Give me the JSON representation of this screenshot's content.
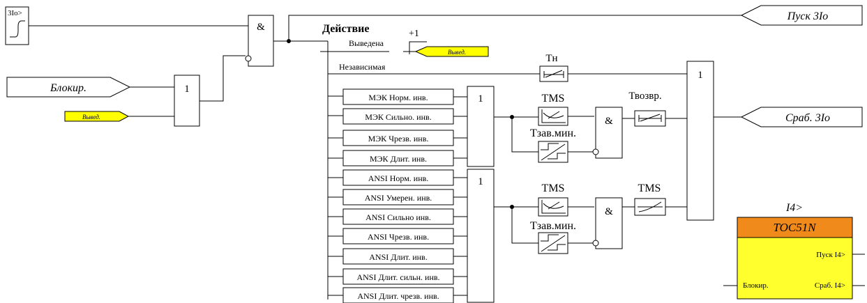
{
  "colors": {
    "line": "#000000",
    "tag_fill": "#ffff00",
    "block_header": "#f08a1a",
    "block_body": "#ffff2e"
  },
  "detector": {
    "label": "3Io>"
  },
  "inputs": {
    "block": "Блокир.",
    "disabled_tag": "Вывед.",
    "disabled_tag2": "Вывед."
  },
  "outputs": {
    "start": "Пуск 3Io",
    "trip": "Сраб. 3Io"
  },
  "gates": {
    "and_main": "&",
    "or_block": "1",
    "or_iec": "1",
    "or_ansi": "1",
    "or_final": "1",
    "and_iec": "&",
    "and_ansi": "&"
  },
  "action": {
    "title": "Действие",
    "off": "Выведена",
    "indep": "Независимая",
    "plus1": "+1"
  },
  "timers": {
    "tn": "Тн",
    "tms_iec": "TMS",
    "tvozvr": "Твозвр.",
    "tzav_iec": "Тзав.мин.",
    "tms_ansi": "TMS",
    "tms_ansi_r": "TMS",
    "tzav_ansi": "Тзав.мин."
  },
  "curves": {
    "iec": [
      "МЭК Норм. инв.",
      "МЭК Сильно. инв.",
      "МЭК Чрезв. инв.",
      "МЭК Длит. инв."
    ],
    "ansi": [
      "ANSI Норм. инв.",
      "ANSI Умерен. инв.",
      "ANSI Сильно инв.",
      "ANSI Чрезв. инв.",
      "ANSI Длит. инв.",
      "ANSI Длит. сильн. инв.",
      "ANSI Длит. чрезв. инв."
    ]
  },
  "block": {
    "name": "I4>",
    "type": "TOC51N",
    "start_out": "Пуск I4>",
    "block_in": "Блокир.",
    "trip_out": "Сраб. I4>"
  }
}
